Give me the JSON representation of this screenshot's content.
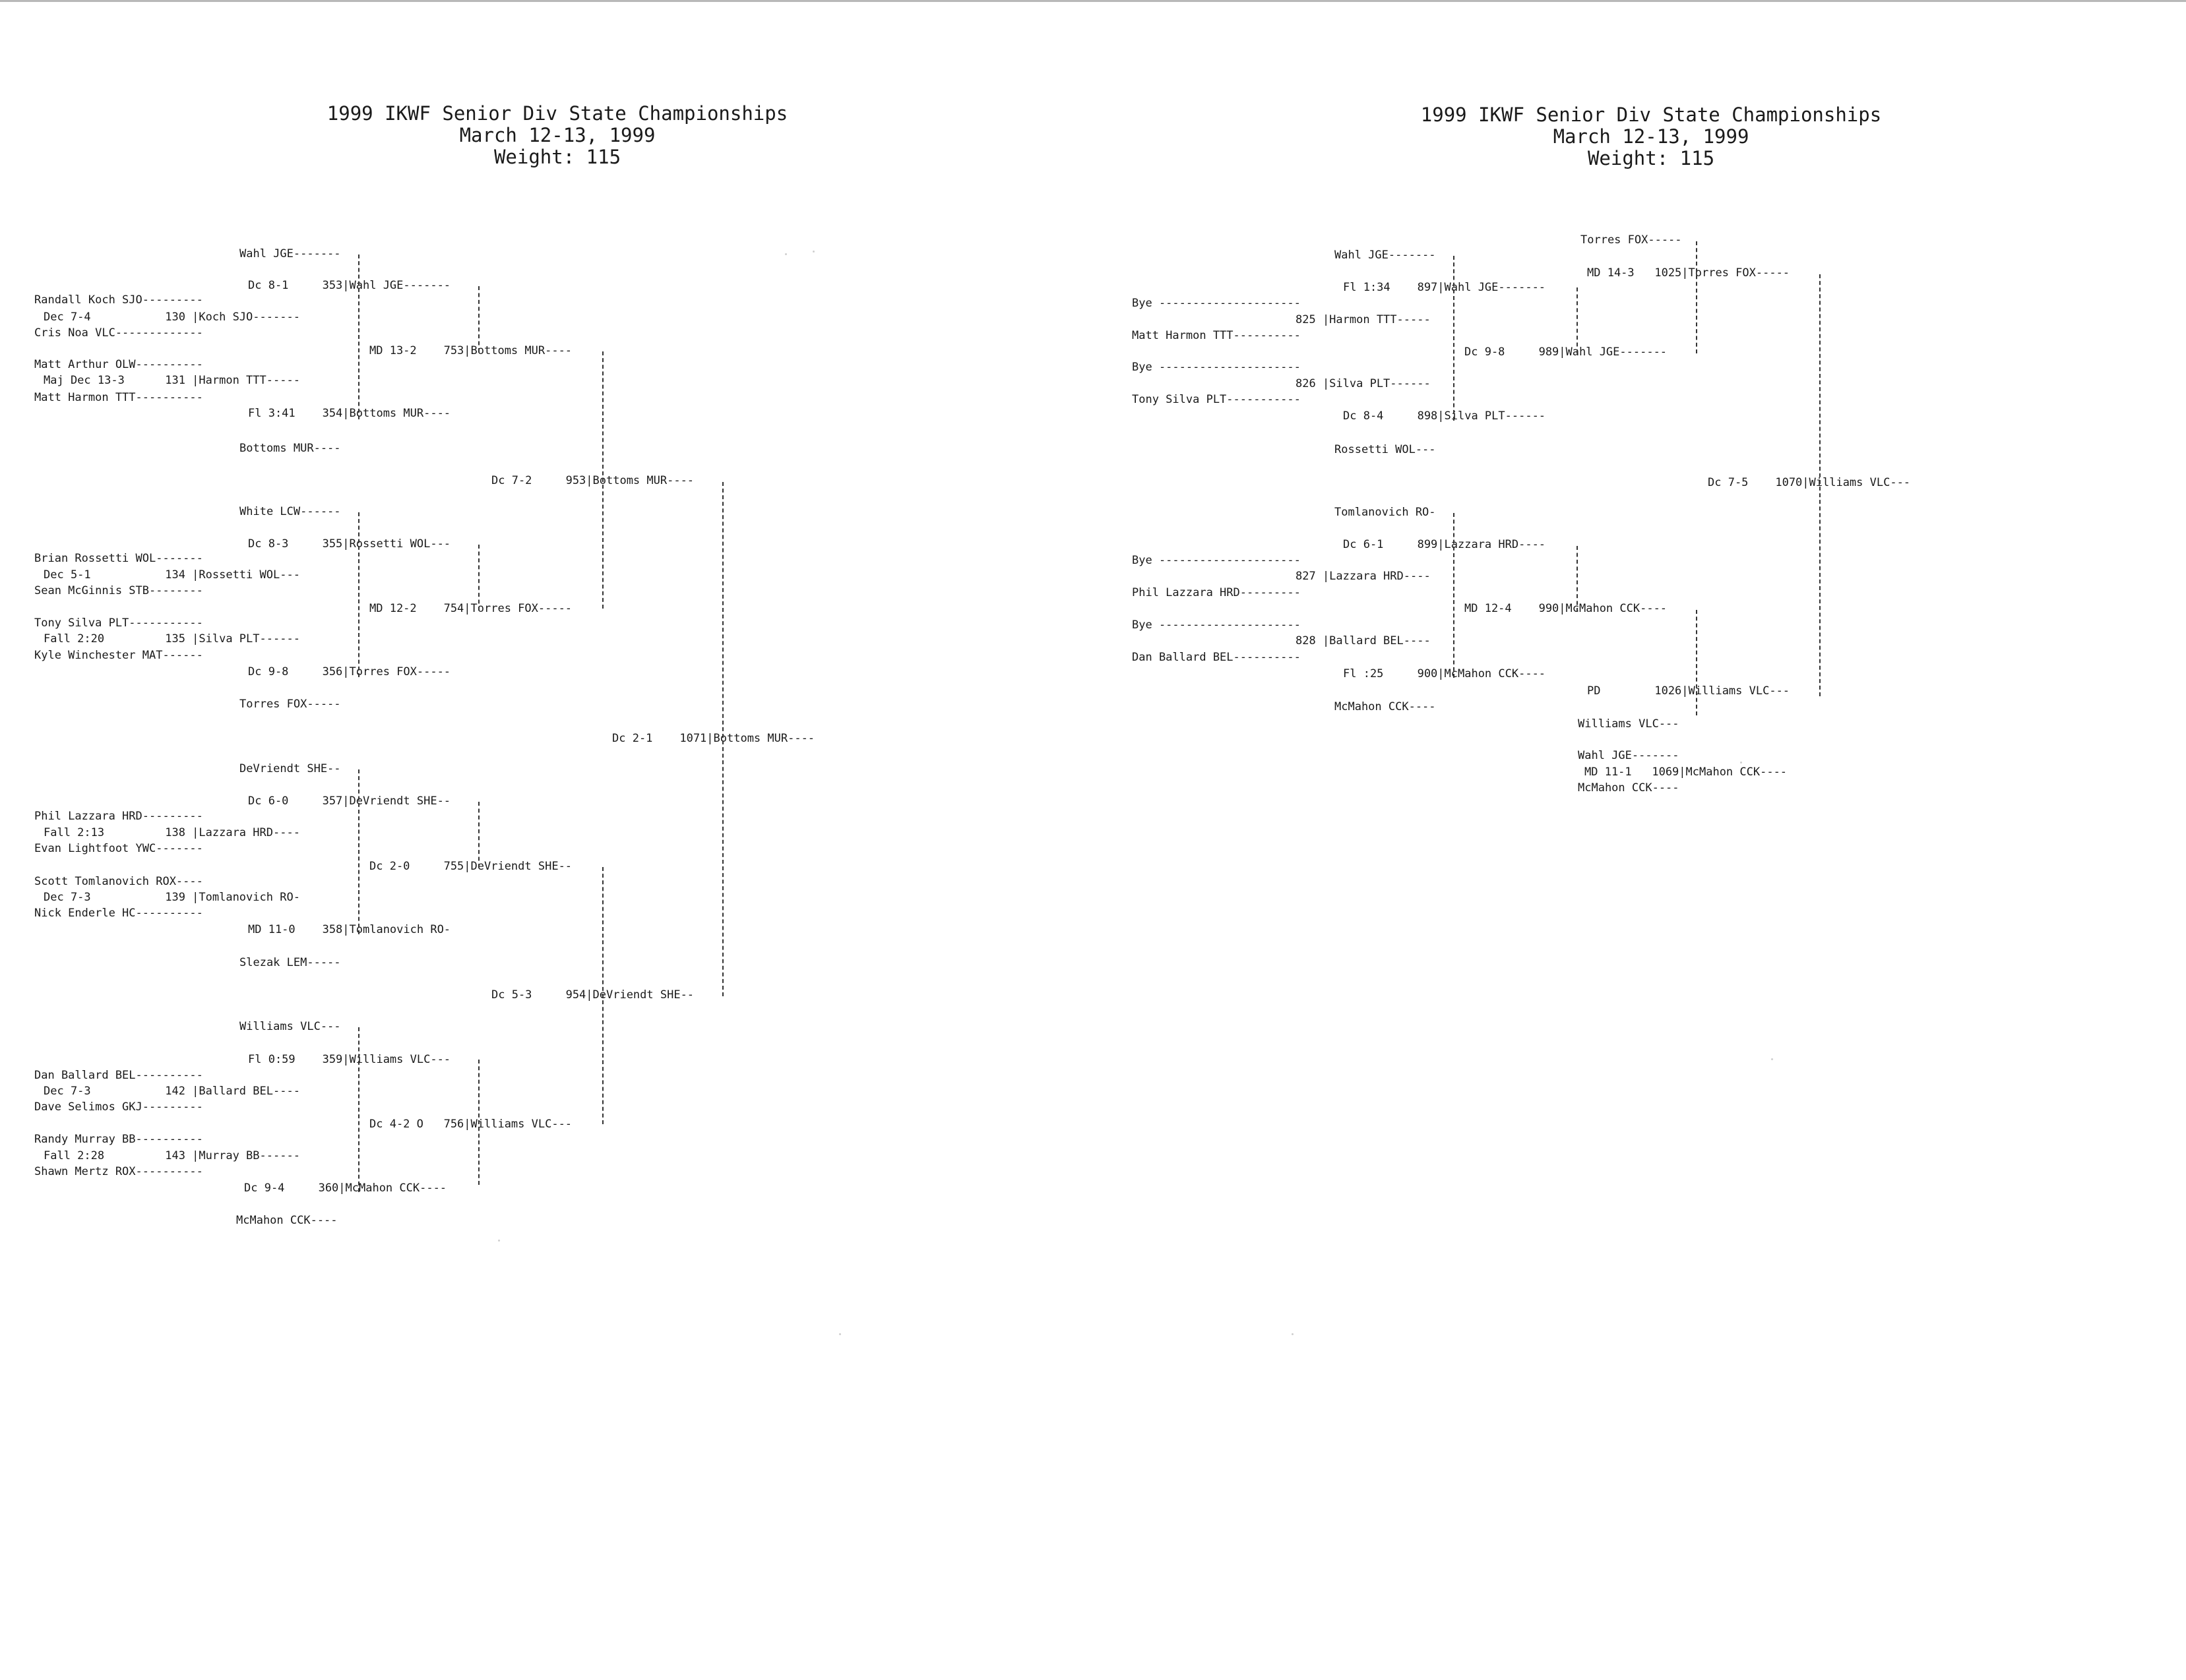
{
  "pages": [
    {
      "title_line1": "1999 IKWF Senior Div State Championships",
      "title_line2": "March 12-13, 1999",
      "title_line3": "Weight: 115",
      "bracket_rows": [
        "Wahl JGE-------",
        "Dc 8-1     353|Wahl JGE-------",
        "Randall Koch SJO---------",
        "Dec 7-4           130 |Koch SJO-------",
        "Cris Noa VLC-------------",
        "MD 13-2    753|Bottoms MUR----",
        "Matt Arthur OLW----------",
        "Maj Dec 13-3      131 |Harmon TTT-----",
        "Matt Harmon TTT----------",
        "Fl 3:41    354|Bottoms MUR----",
        "Bottoms MUR----",
        "Dc 7-2     953|Bottoms MUR----",
        "White LCW------",
        "Dc 8-3     355|Rossetti WOL---",
        "Brian Rossetti WOL-------",
        "Dec 5-1           134 |Rossetti WOL---",
        "Sean McGinnis STB--------",
        "MD 12-2    754|Torres FOX-----",
        "Tony Silva PLT-----------",
        "Fall 2:20         135 |Silva PLT------",
        "Kyle Winchester MAT------",
        "Dc 9-8     356|Torres FOX-----",
        "Torres FOX-----",
        "Dc 2-1    1071|Bottoms MUR----",
        "DeVriendt SHE--",
        "Dc 6-0     357|DeVriendt SHE--",
        "Phil Lazzara HRD---------",
        "Fall 2:13         138 |Lazzara HRD----",
        "Evan Lightfoot YWC-------",
        "Dc 2-0     755|DeVriendt SHE--",
        "Scott Tomlanovich ROX----",
        "Dec 7-3           139 |Tomlanovich RO-",
        "Nick Enderle HC----------",
        "MD 11-0    358|Tomlanovich RO-",
        "Slezak LEM-----",
        "Dc 5-3     954|DeVriendt SHE--",
        "Williams VLC---",
        "Fl 0:59    359|Williams VLC---",
        "Dan Ballard BEL----------",
        "Dec 7-3           142 |Ballard BEL----",
        "Dave Selimos GKJ---------",
        "Dc 4-2 O   756|Williams VLC---",
        "Randy Murray BB----------",
        "Fall 2:28         143 |Murray BB------",
        "Shawn Mertz ROX----------",
        "Dc 9-4     360|McMahon CCK----",
        "McMahon CCK----"
      ]
    },
    {
      "title_line1": "1999 IKWF Senior Div State Championships",
      "title_line2": "March 12-13, 1999",
      "title_line3": "Weight: 115",
      "bracket_rows": [
        "Torres FOX-----",
        "Wahl JGE-------",
        "MD 14-3   1025|Torres FOX-----",
        "Fl 1:34    897|Wahl JGE-------",
        "Bye ---------------------",
        "825 |Harmon TTT-----",
        "Matt Harmon TTT----------",
        "Dc 9-8     989|Wahl JGE-------",
        "Bye ---------------------",
        "826 |Silva PLT------",
        "Tony Silva PLT-----------",
        "Dc 8-4     898|Silva PLT------",
        "Rossetti WOL---",
        "Dc 7-5    1070|Williams VLC---",
        "Tomlanovich RO-",
        "Dc 6-1     899|Lazzara HRD----",
        "Bye ---------------------",
        "827 |Lazzara HRD----",
        "Phil Lazzara HRD---------",
        "MD 12-4    990|McMahon CCK----",
        "Bye ---------------------",
        "828 |Ballard BEL----",
        "Dan Ballard BEL----------",
        "Fl :25     900|McMahon CCK----",
        "PD        1026|Williams VLC---",
        "McMahon CCK----",
        "Williams VLC---",
        "Wahl JGE-------",
        "MD 11-1   1069|McMahon CCK----",
        "McMahon CCK----"
      ]
    }
  ]
}
